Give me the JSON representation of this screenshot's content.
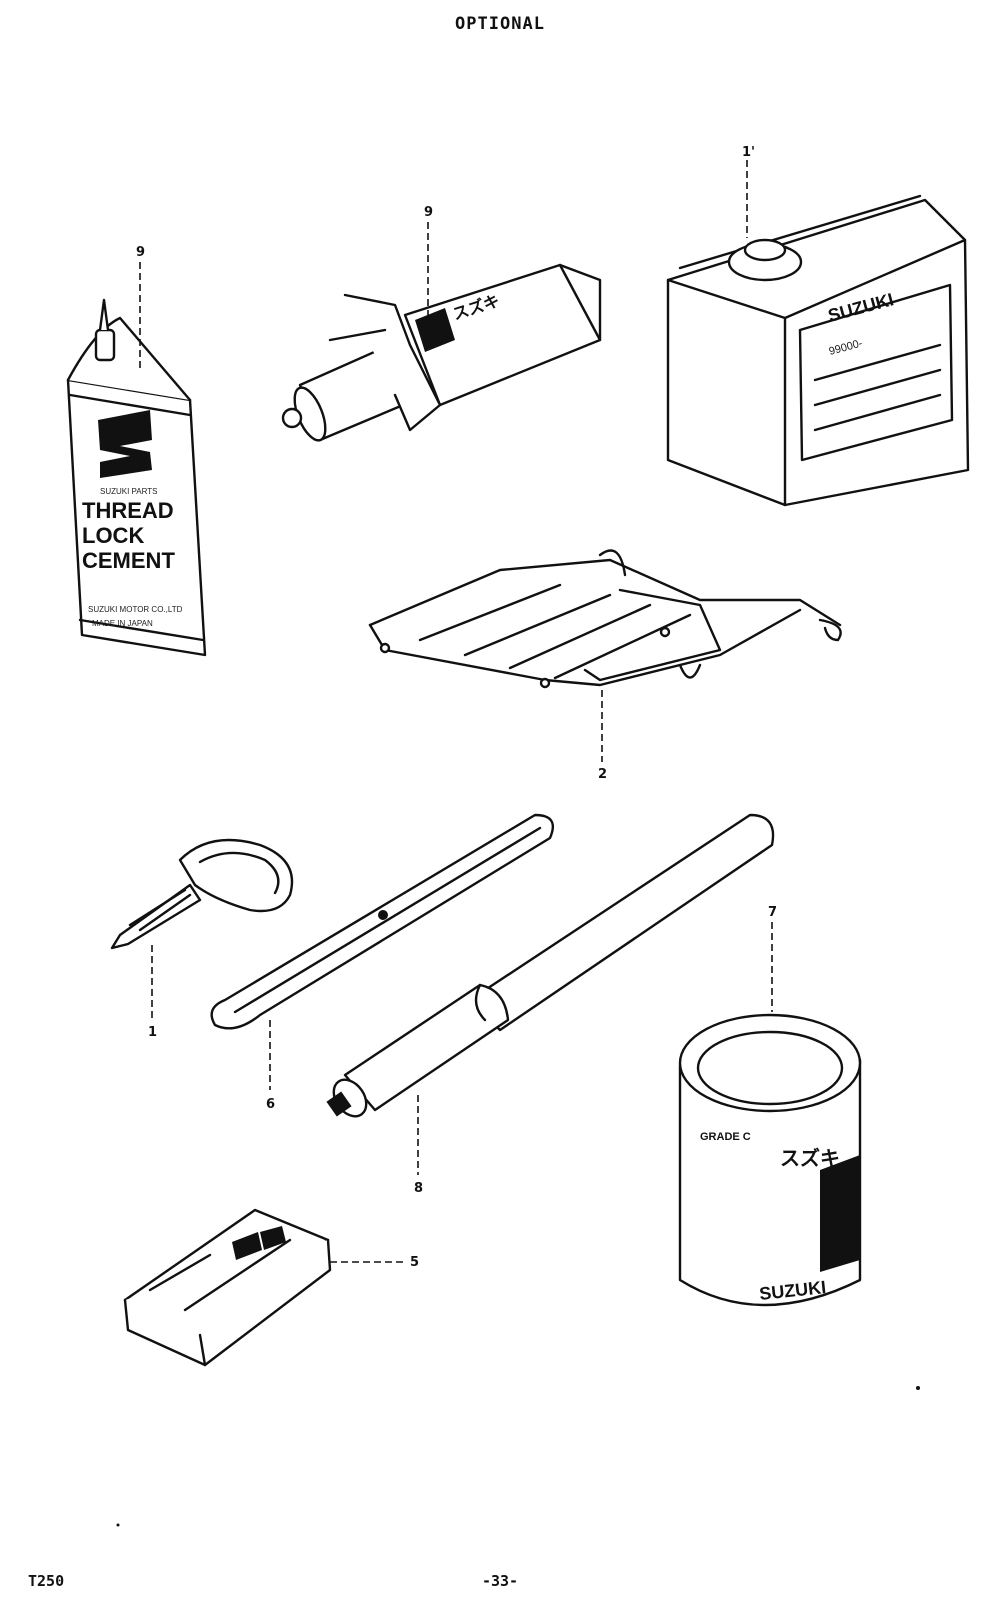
{
  "header": {
    "title": "OPTIONAL"
  },
  "footer": {
    "model": "T250",
    "page": "-33-"
  },
  "callouts": {
    "key": "1",
    "rack": "2",
    "pump": "8",
    "cement_tube": "9",
    "oil_can": "9",
    "tin_can": "1'",
    "grease_can": "7",
    "tire_lever": "6",
    "patch_kit": "5"
  },
  "labels": {
    "oil_can": {
      "sub": "SUZUKI PARTS",
      "l1": "THREAD",
      "l2": "LOCK",
      "l3": "CEMENT",
      "maker": "SUZUKI MOTOR CO.,LTD",
      "made": "MADE IN JAPAN"
    },
    "tin_can": {
      "brand": "SUZUKI",
      "code": "99000-"
    },
    "tube": {
      "brand": "スズキ"
    },
    "grease": {
      "l1": "GRADE C",
      "l2": "スズキ",
      "brand": "SUZUKI"
    }
  }
}
